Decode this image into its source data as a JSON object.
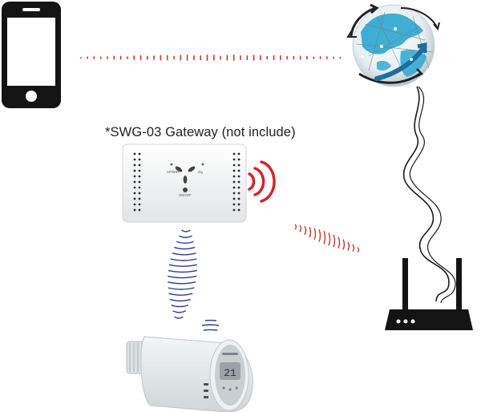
{
  "caption": {
    "gateway": "*SWG-03  Gateway (not include)"
  },
  "gateway_labels": {
    "left": "AP/WiFi",
    "right": "Zig",
    "bottom": "ON/OFF"
  },
  "thermostat_display": "21",
  "icons": [
    "smartphone-icon",
    "globe-icon",
    "router-icon",
    "gateway-device-icon",
    "thermostat-icon"
  ],
  "colors": {
    "wifi_signal": "#c0392b",
    "zigbee_signal": "#2b3a8c",
    "device_dark": "#141414",
    "globe_blue": "#2aa6d0"
  }
}
